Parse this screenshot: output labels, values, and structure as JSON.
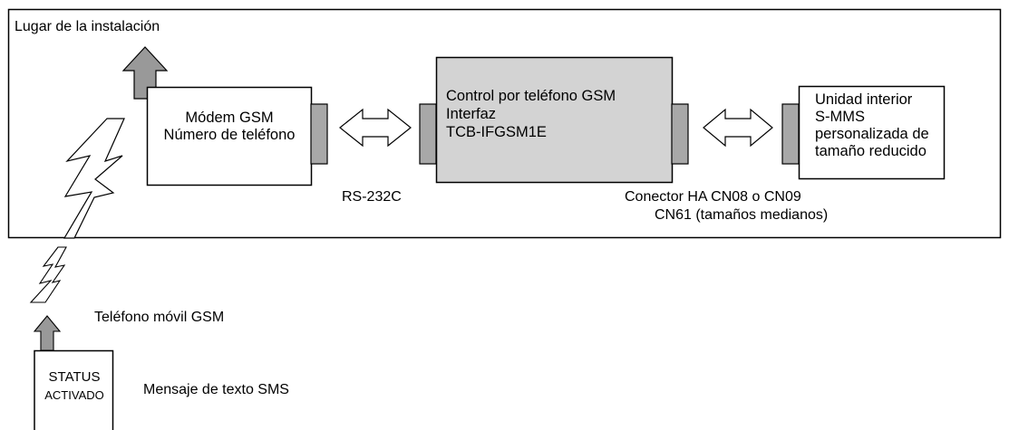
{
  "site": {
    "label": "Lugar de la instalación"
  },
  "modem": {
    "line1": "Módem GSM",
    "line2": "Número de teléfono"
  },
  "controller": {
    "line1": "Control por teléfono GSM",
    "line2": "Interfaz",
    "line3": "TCB-IFGSM1E"
  },
  "indoor": {
    "line1": "Unidad interior",
    "line2": "S-MMS",
    "line3": "personalizada de",
    "line4": "tamaño reducido"
  },
  "labels": {
    "rs232": "RS-232C",
    "connector1": "Conector HA CN08 o CN09",
    "connector2": "CN61 (tamaños medianos)",
    "mobile": "Teléfono móvil GSM",
    "sms": "Mensaje de texto SMS"
  },
  "phone": {
    "line1": "STATUS",
    "line2": "ACTIVADO"
  },
  "colors": {
    "box_fill": "#d3d3d3",
    "connector_fill": "#a8a8a8",
    "arrow_fill": "#999999",
    "line": "#000000"
  }
}
